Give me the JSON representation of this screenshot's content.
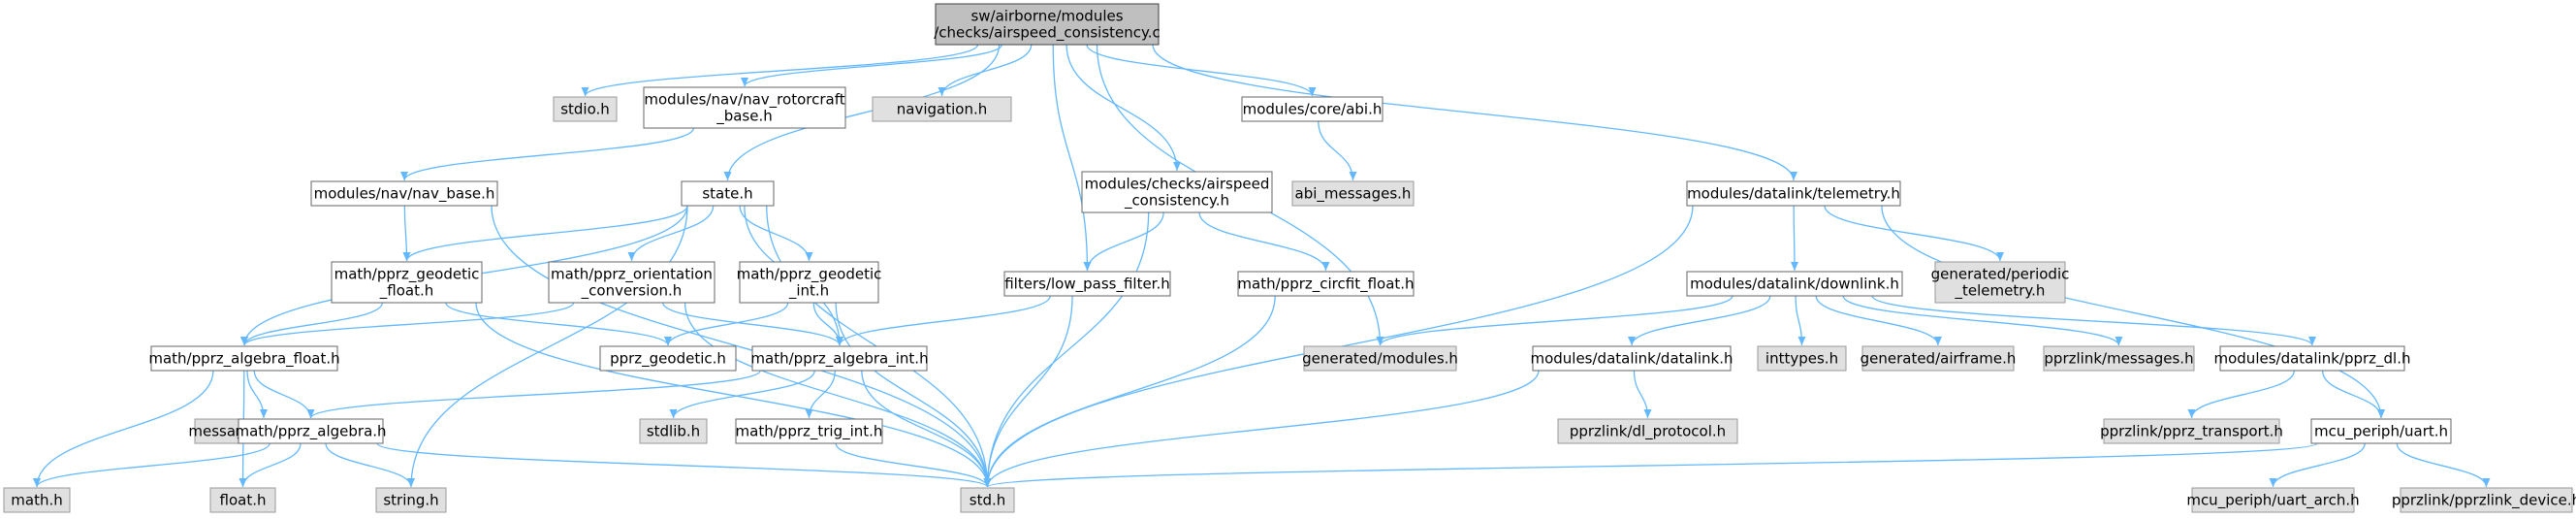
{
  "graph": {
    "type": "include-dependency-graph",
    "colors": {
      "edge": "#63b8ff",
      "root_fill": "#bfbfbf",
      "root_border": "#404040",
      "node_fill": "#ffffff",
      "node_border": "#666666",
      "external_fill": "#e0e0e0",
      "external_border": "#999999",
      "text": "#000000"
    },
    "nodes": [
      {
        "id": "root",
        "lines": [
          "sw/airborne/modules",
          "/checks/airspeed_consistency.c"
        ],
        "kind": "root"
      },
      {
        "id": "stdio",
        "lines": [
          "stdio.h"
        ],
        "kind": "external"
      },
      {
        "id": "nav_rotorcraft",
        "lines": [
          "modules/nav/nav_rotorcraft",
          "_base.h"
        ],
        "kind": "local"
      },
      {
        "id": "navigation",
        "lines": [
          "navigation.h"
        ],
        "kind": "external"
      },
      {
        "id": "abi",
        "lines": [
          "modules/core/abi.h"
        ],
        "kind": "local"
      },
      {
        "id": "telemetry",
        "lines": [
          "modules/datalink/telemetry.h"
        ],
        "kind": "local"
      },
      {
        "id": "nav_base",
        "lines": [
          "modules/nav/nav_base.h"
        ],
        "kind": "local"
      },
      {
        "id": "state",
        "lines": [
          "state.h"
        ],
        "kind": "local"
      },
      {
        "id": "airspeed_h",
        "lines": [
          "modules/checks/airspeed",
          "_consistency.h"
        ],
        "kind": "local"
      },
      {
        "id": "abi_messages",
        "lines": [
          "abi_messages.h"
        ],
        "kind": "external"
      },
      {
        "id": "geodetic_float",
        "lines": [
          "math/pprz_geodetic",
          "_float.h"
        ],
        "kind": "local"
      },
      {
        "id": "orientation",
        "lines": [
          "math/pprz_orientation",
          "_conversion.h"
        ],
        "kind": "local"
      },
      {
        "id": "geodetic_int",
        "lines": [
          "math/pprz_geodetic",
          "_int.h"
        ],
        "kind": "local"
      },
      {
        "id": "low_pass",
        "lines": [
          "filters/low_pass_filter.h"
        ],
        "kind": "local"
      },
      {
        "id": "circfit",
        "lines": [
          "math/pprz_circfit_float.h"
        ],
        "kind": "local"
      },
      {
        "id": "downlink",
        "lines": [
          "modules/datalink/downlink.h"
        ],
        "kind": "local"
      },
      {
        "id": "periodic",
        "lines": [
          "generated/periodic",
          "_telemetry.h"
        ],
        "kind": "external"
      },
      {
        "id": "algebra_float",
        "lines": [
          "math/pprz_algebra_float.h"
        ],
        "kind": "local"
      },
      {
        "id": "pprz_geodetic",
        "lines": [
          "pprz_geodetic.h"
        ],
        "kind": "local"
      },
      {
        "id": "algebra_int",
        "lines": [
          "math/pprz_algebra_int.h"
        ],
        "kind": "local"
      },
      {
        "id": "gen_modules",
        "lines": [
          "generated/modules.h"
        ],
        "kind": "external"
      },
      {
        "id": "datalink",
        "lines": [
          "modules/datalink/datalink.h"
        ],
        "kind": "local"
      },
      {
        "id": "inttypes",
        "lines": [
          "inttypes.h"
        ],
        "kind": "external"
      },
      {
        "id": "airframe",
        "lines": [
          "generated/airframe.h"
        ],
        "kind": "external"
      },
      {
        "id": "messages",
        "lines": [
          "pprzlink/messages.h"
        ],
        "kind": "external"
      },
      {
        "id": "pprz_dl",
        "lines": [
          "modules/datalink/pprz_dl.h"
        ],
        "kind": "local"
      },
      {
        "id": "msg_pragmas",
        "lines": [
          "message_pragmas.h"
        ],
        "kind": "external"
      },
      {
        "id": "algebra",
        "lines": [
          "math/pprz_algebra.h"
        ],
        "kind": "local"
      },
      {
        "id": "stdlib",
        "lines": [
          "stdlib.h"
        ],
        "kind": "external"
      },
      {
        "id": "trig_int",
        "lines": [
          "math/pprz_trig_int.h"
        ],
        "kind": "local"
      },
      {
        "id": "dl_protocol",
        "lines": [
          "pprzlink/dl_protocol.h"
        ],
        "kind": "external"
      },
      {
        "id": "pprz_transport",
        "lines": [
          "pprzlink/pprz_transport.h"
        ],
        "kind": "external"
      },
      {
        "id": "uart",
        "lines": [
          "mcu_periph/uart.h"
        ],
        "kind": "local"
      },
      {
        "id": "math",
        "lines": [
          "math.h"
        ],
        "kind": "external"
      },
      {
        "id": "float",
        "lines": [
          "float.h"
        ],
        "kind": "external"
      },
      {
        "id": "string",
        "lines": [
          "string.h"
        ],
        "kind": "external"
      },
      {
        "id": "std",
        "lines": [
          "std.h"
        ],
        "kind": "external"
      },
      {
        "id": "uart_arch",
        "lines": [
          "mcu_periph/uart_arch.h"
        ],
        "kind": "external"
      },
      {
        "id": "pprzlink_device",
        "lines": [
          "pprzlink/pprzlink_device.h"
        ],
        "kind": "external"
      }
    ],
    "edges": [
      [
        "root",
        "stdio"
      ],
      [
        "root",
        "nav_rotorcraft"
      ],
      [
        "root",
        "navigation"
      ],
      [
        "root",
        "abi"
      ],
      [
        "root",
        "telemetry"
      ],
      [
        "root",
        "state"
      ],
      [
        "root",
        "airspeed_h"
      ],
      [
        "root",
        "low_pass"
      ],
      [
        "root",
        "gen_modules"
      ],
      [
        "nav_rotorcraft",
        "nav_base"
      ],
      [
        "abi",
        "abi_messages"
      ],
      [
        "nav_base",
        "geodetic_float"
      ],
      [
        "nav_base",
        "std"
      ],
      [
        "state",
        "geodetic_float"
      ],
      [
        "state",
        "orientation"
      ],
      [
        "state",
        "geodetic_int"
      ],
      [
        "state",
        "algebra_float"
      ],
      [
        "state",
        "algebra_int"
      ],
      [
        "state",
        "std"
      ],
      [
        "state",
        "string"
      ],
      [
        "airspeed_h",
        "low_pass"
      ],
      [
        "airspeed_h",
        "circfit"
      ],
      [
        "airspeed_h",
        "std"
      ],
      [
        "geodetic_float",
        "pprz_geodetic"
      ],
      [
        "geodetic_float",
        "algebra_float"
      ],
      [
        "geodetic_float",
        "std"
      ],
      [
        "orientation",
        "algebra_float"
      ],
      [
        "orientation",
        "algebra_int"
      ],
      [
        "orientation",
        "std"
      ],
      [
        "geodetic_int",
        "pprz_geodetic"
      ],
      [
        "geodetic_int",
        "algebra_int"
      ],
      [
        "geodetic_int",
        "std"
      ],
      [
        "low_pass",
        "algebra_int"
      ],
      [
        "low_pass",
        "std"
      ],
      [
        "circfit",
        "std"
      ],
      [
        "telemetry",
        "downlink"
      ],
      [
        "telemetry",
        "periodic"
      ],
      [
        "telemetry",
        "std"
      ],
      [
        "telemetry",
        "uart"
      ],
      [
        "downlink",
        "gen_modules"
      ],
      [
        "downlink",
        "datalink"
      ],
      [
        "downlink",
        "inttypes"
      ],
      [
        "downlink",
        "airframe"
      ],
      [
        "downlink",
        "messages"
      ],
      [
        "downlink",
        "pprz_dl"
      ],
      [
        "algebra_float",
        "msg_pragmas"
      ],
      [
        "algebra_float",
        "algebra"
      ],
      [
        "algebra_float",
        "math"
      ],
      [
        "algebra_float",
        "float"
      ],
      [
        "algebra_int",
        "algebra"
      ],
      [
        "algebra_int",
        "stdlib"
      ],
      [
        "algebra_int",
        "trig_int"
      ],
      [
        "algebra_int",
        "std"
      ],
      [
        "algebra",
        "math"
      ],
      [
        "algebra",
        "float"
      ],
      [
        "algebra",
        "string"
      ],
      [
        "algebra",
        "std"
      ],
      [
        "trig_int",
        "std"
      ],
      [
        "datalink",
        "dl_protocol"
      ],
      [
        "datalink",
        "std"
      ],
      [
        "pprz_dl",
        "pprz_transport"
      ],
      [
        "pprz_dl",
        "uart"
      ],
      [
        "uart",
        "std"
      ],
      [
        "uart",
        "uart_arch"
      ],
      [
        "uart",
        "pprzlink_device"
      ]
    ]
  }
}
